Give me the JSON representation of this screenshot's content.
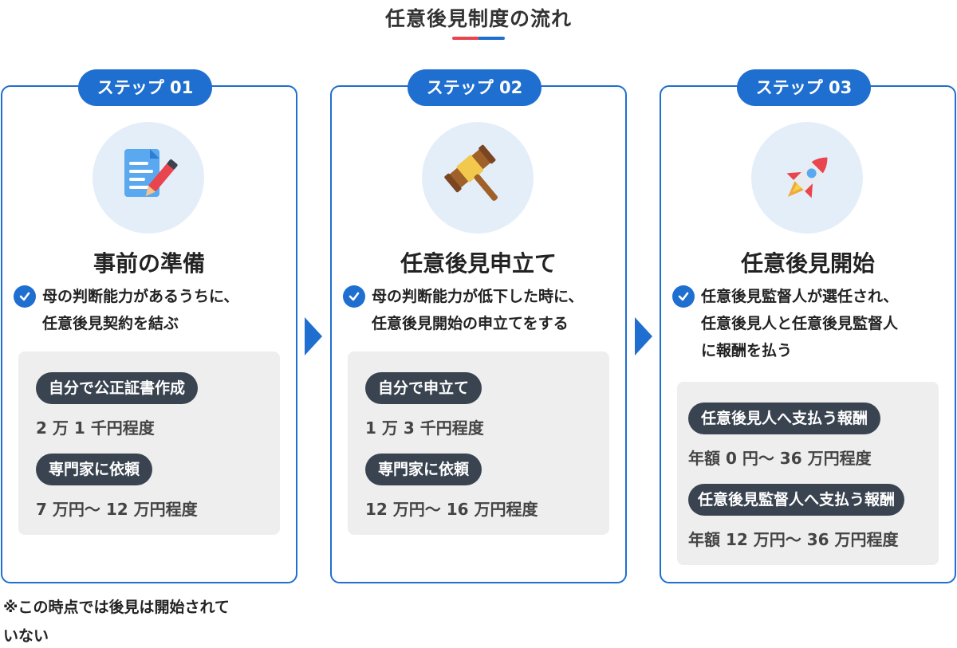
{
  "header": {
    "title": "任意後見制度の流れ",
    "underline_colors": {
      "left": "#e8454f",
      "right": "#1f6fd0"
    }
  },
  "colors": {
    "accent": "#1f6fd0",
    "label_bg": "#3a4450",
    "box_bg": "#eeeeee",
    "icon_bg": "#e4eef9"
  },
  "steps": [
    {
      "badge": "ステップ 01",
      "icon": "document-pen-icon",
      "title": "事前の準備",
      "check_lines": [
        "母の判断能力があるうちに、",
        "任意後見契約を結ぶ"
      ],
      "costs": [
        {
          "label": "自分で公正証書作成",
          "value": "2 万 1 千円程度"
        },
        {
          "label": "専門家に依頼",
          "value": "7 万円〜 12 万円程度"
        }
      ]
    },
    {
      "badge": "ステップ 02",
      "icon": "gavel-icon",
      "title": "任意後見申立て",
      "check_lines": [
        "母の判断能力が低下した時に、",
        "任意後見開始の申立てをする"
      ],
      "costs": [
        {
          "label": "自分で申立て",
          "value": "1 万 3 千円程度"
        },
        {
          "label": "専門家に依頼",
          "value": "12 万円〜 16 万円程度"
        }
      ]
    },
    {
      "badge": "ステップ 03",
      "icon": "rocket-icon",
      "title": "任意後見開始",
      "check_lines": [
        "任意後見監督人が選任され、",
        "任意後見人と任意後見監督人",
        "に報酬を払う"
      ],
      "costs": [
        {
          "label": "任意後見人へ支払う報酬",
          "value": "年額 0 円〜 36 万円程度"
        },
        {
          "label": "任意後見監督人へ支払う報酬",
          "value": "年額 12 万円〜 36 万円程度"
        }
      ]
    }
  ],
  "footnote": {
    "line1": "※この時点では後見は開始されて",
    "line2": "いない"
  }
}
